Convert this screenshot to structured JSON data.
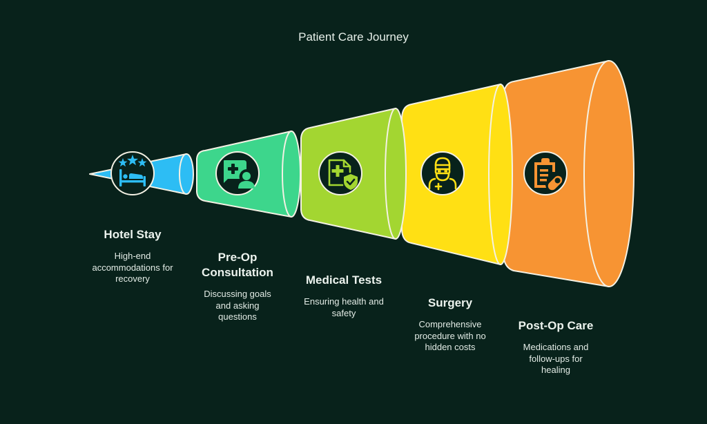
{
  "title": "Patient Care Journey",
  "colors": {
    "background": "#08221B",
    "outline": "#F4F1E4",
    "icon_bg": "#08221B"
  },
  "stages": [
    {
      "title": "Hotel Stay",
      "description": "High-end accommodations for recovery",
      "icon": "hotel-bed-stars-icon",
      "color": "#2DBDF4"
    },
    {
      "title": "Pre-Op Consultation",
      "description": "Discussing goals and asking questions",
      "icon": "medical-consultation-icon",
      "color": "#3DD68C"
    },
    {
      "title": "Medical Tests",
      "description": "Ensuring health and safety",
      "icon": "medical-document-shield-icon",
      "color": "#A3D631"
    },
    {
      "title": "Surgery",
      "description": "Comprehensive procedure with no hidden costs",
      "icon": "surgeon-icon",
      "color": "#FFE014"
    },
    {
      "title": "Post-Op Care",
      "description": "Medications and follow-ups for healing",
      "icon": "prescription-clipboard-pill-icon",
      "color": "#F79433"
    }
  ]
}
